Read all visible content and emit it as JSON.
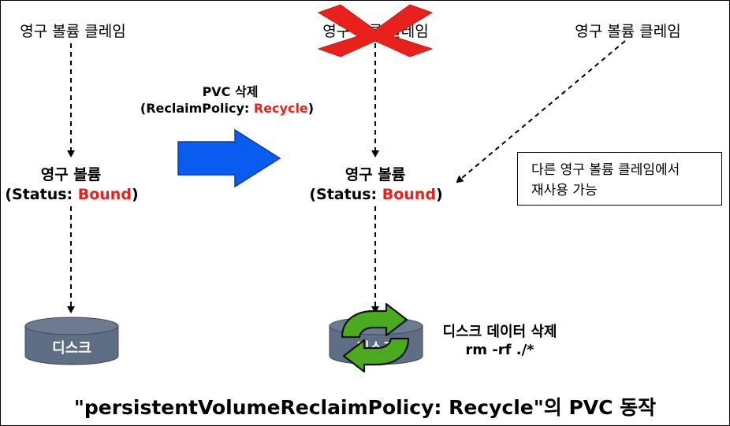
{
  "left": {
    "claim": "영구 볼륨 클레임",
    "volume_title": "영구 볼륨",
    "status_prefix": "(Status: ",
    "status_value": "Bound",
    "status_suffix": ")",
    "disk": "디스크"
  },
  "action": {
    "line1": "PVC 삭제",
    "policy_prefix": "(ReclaimPolicy: ",
    "policy_value": "Recycle",
    "policy_suffix": ")"
  },
  "right": {
    "claim_deleted": "영구 볼륨 클레임",
    "claim_new": "영구 볼륨 클레임",
    "volume_title": "영구 볼륨",
    "status_prefix": "(Status: ",
    "status_value": "Bound",
    "status_suffix": ")",
    "disk": "디스크",
    "scrub_line1": "디스크 데이터 삭제",
    "scrub_line2": "rm  -rf  ./*"
  },
  "note": {
    "line1": "다른 영구 볼륨 클레임에서",
    "line2": "재사용 가능"
  },
  "caption": "\"persistentVolumeReclaimPolicy: Recycle\"의 PVC 동작",
  "colors": {
    "status_red": "#e8211c",
    "arrow_blue": "#0a5cf0",
    "cross_red": "#e8211c",
    "disk_gray": "#5f6e84",
    "recycle_green": "#4caa1e"
  },
  "icons": {
    "deleted_marker": "red-x-cross-icon",
    "recycle": "recycle-arrows-icon",
    "disk": "disk-cylinder-icon"
  }
}
